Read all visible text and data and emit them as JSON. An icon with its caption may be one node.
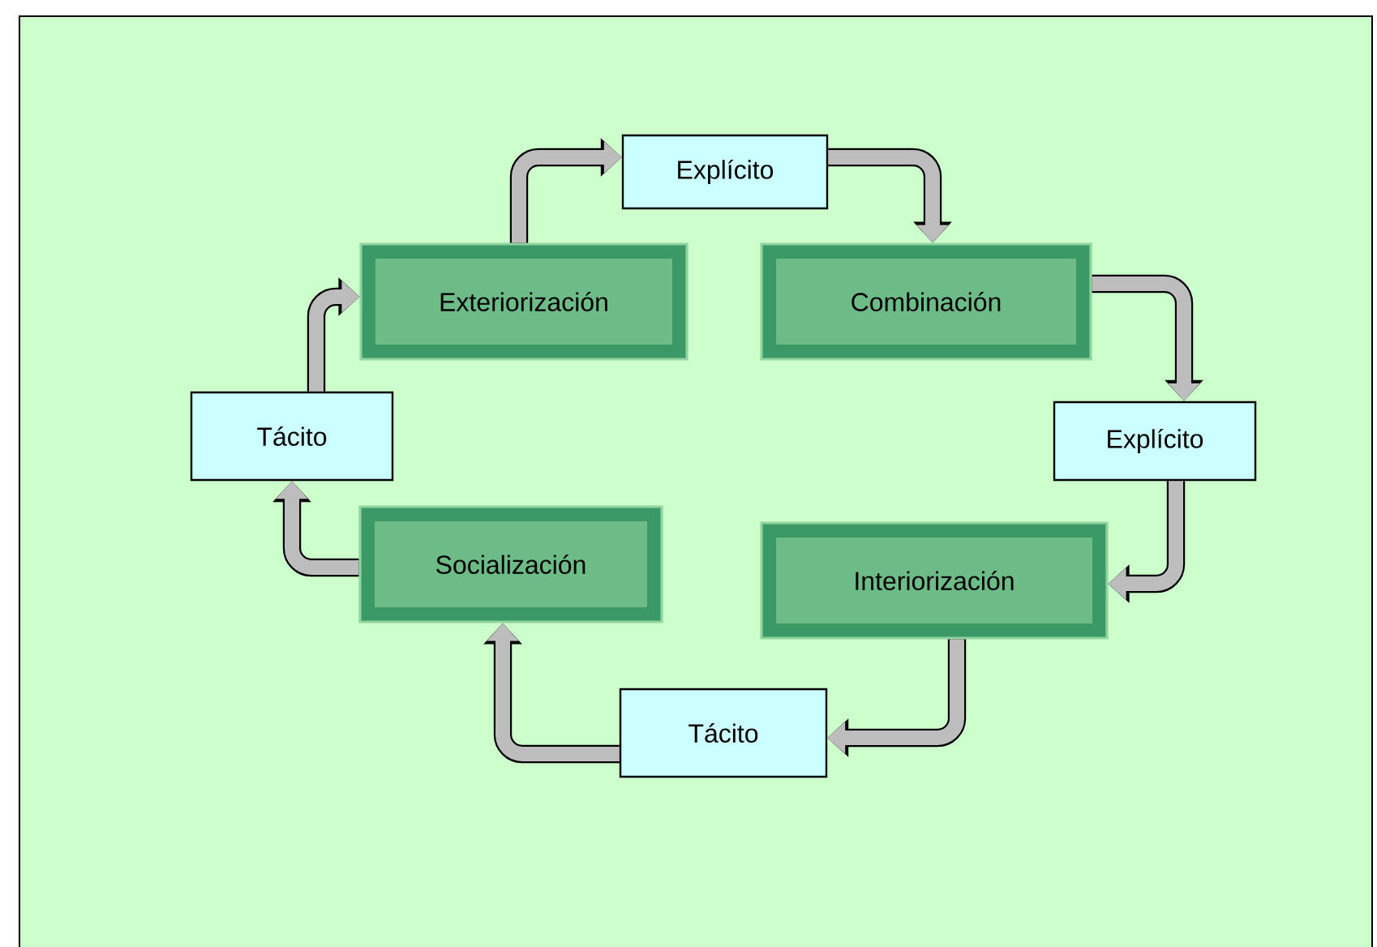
{
  "diagram": {
    "nodes": [
      {
        "text": [
          "Tácito"
        ]
      },
      {
        "text": [
          "Exteriorización"
        ]
      },
      {
        "text": [
          "Explícito"
        ]
      },
      {
        "text": [
          "Combinación"
        ]
      },
      {
        "text": [
          "Explícito"
        ]
      },
      {
        "text": [
          "Interiorización"
        ]
      },
      {
        "text": [
          "Tácito"
        ]
      },
      {
        "text": [
          "Socialización"
        ]
      }
    ],
    "edges": [
      {
        "from": 0,
        "to": 1,
        "arrow": "to"
      },
      {
        "from": 1,
        "to": 2,
        "arrow": "to"
      },
      {
        "from": 2,
        "to": 3,
        "arrow": "to"
      },
      {
        "from": 3,
        "to": 4,
        "arrow": "to"
      },
      {
        "from": 4,
        "to": 5,
        "arrow": "to"
      },
      {
        "from": 5,
        "to": 6,
        "arrow": "to"
      },
      {
        "from": 6,
        "to": 7,
        "arrow": "to"
      },
      {
        "from": 7,
        "to": 0,
        "arrow": "to"
      }
    ]
  }
}
